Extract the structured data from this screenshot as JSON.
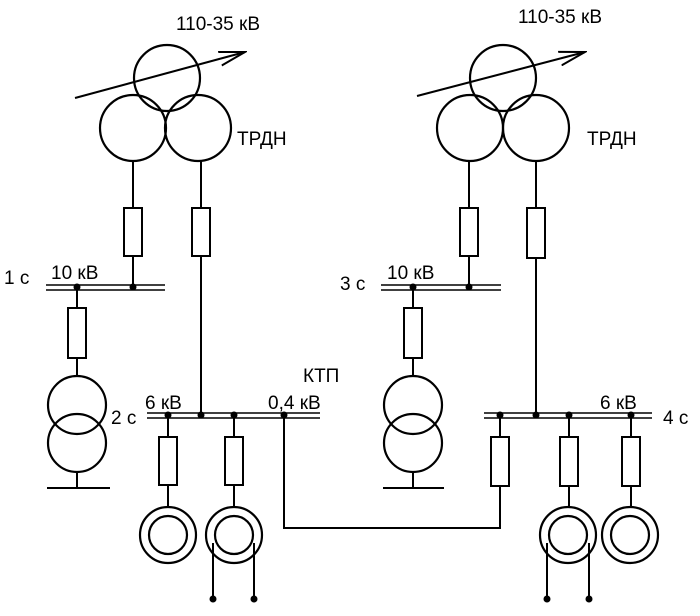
{
  "colors": {
    "line": "#000000",
    "background": "#ffffff"
  },
  "labels": {
    "left_voltage": "110-35 кВ",
    "right_voltage": "110-35 кВ",
    "left_transformer": "ТРДН",
    "right_transformer": "ТРДН",
    "section_1": "1 с",
    "section_1_voltage": "10 кВ",
    "section_3": "3 с",
    "section_3_voltage": "10 кВ",
    "section_2": "2 с",
    "section_2_voltage": "6 кВ",
    "ktp": "КТП",
    "ktp_voltage": "0,4 кВ",
    "section_4": "4 с",
    "section_4_voltage": "6 кВ"
  },
  "icons": [
    "three-winding-transformer-icon",
    "two-winding-transformer-icon",
    "reactor-icon",
    "motor-icon",
    "busbar-icon"
  ]
}
